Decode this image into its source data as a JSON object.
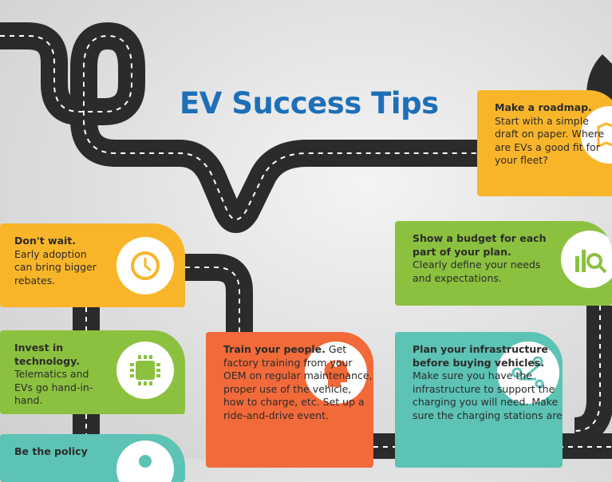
{
  "title": "EV Success Tips",
  "colors": {
    "yellow": "#f9b52a",
    "green": "#8cc13f",
    "teal": "#5cc3b5",
    "orange": "#f26a3a",
    "title": "#1d6fb8"
  },
  "tips": [
    {
      "bold": "Make a roadmap.",
      "text": " Start with a simple draft on paper. Where are EVs a good fit for your fleet?",
      "icon": "map-icon"
    },
    {
      "bold": "Don't wait.",
      "text": " Early adoption can bring bigger rebates.",
      "icon": "clock-cycle-icon"
    },
    {
      "bold": "Show a budget for each part of your plan.",
      "text": " Clearly define your needs and expectations.",
      "icon": "chart-magnifier-icon"
    },
    {
      "bold": "Invest in technology.",
      "text": " Telematics and EVs go hand-in-hand.",
      "icon": "chip-icon"
    },
    {
      "bold": "Train your people.",
      "text": " Get factory training from your OEM on regular maintenance, proper use of the vehicle, how to charge, etc. Set up a ride-and-drive event.",
      "icon": "head-icon"
    },
    {
      "bold": "Plan your infrastructure before buying vehicles.",
      "text": " Make sure you have the infrastructure to support the charging you will need. Make sure the charging stations are",
      "icon": "route-icon"
    },
    {
      "bold": "Be the policy",
      "text": "",
      "icon": "person-icon"
    }
  ]
}
